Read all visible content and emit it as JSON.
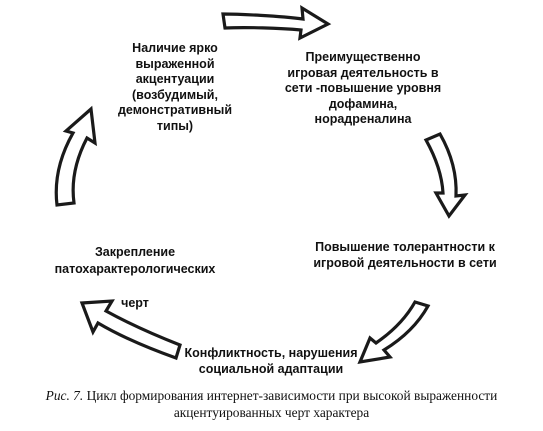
{
  "diagram": {
    "nodes": [
      {
        "id": "accentuation",
        "text": "Наличие ярко\nвыраженной\nакцентуации\n(возбудимый,\nдемонстративный\nтипы)"
      },
      {
        "id": "gaming",
        "text": "Преимущественно\nигровая деятельность в\nсети -повышение уровня\nдофамина,\nнорадреналина"
      },
      {
        "id": "tolerance",
        "text": "Повышение толерантности к\nигровой деятельности в сети"
      },
      {
        "id": "conflict",
        "text": "Конфликтность, нарушения\nсоциальной адаптации"
      },
      {
        "id": "fixation",
        "text": "Закрепление\nпатохарактерологических\n\nчерт"
      }
    ]
  },
  "caption": {
    "label": "Рис. 7.",
    "text": " Цикл формирования интернет-зависимости при высокой выраженности\nакцентуированных черт характера"
  }
}
